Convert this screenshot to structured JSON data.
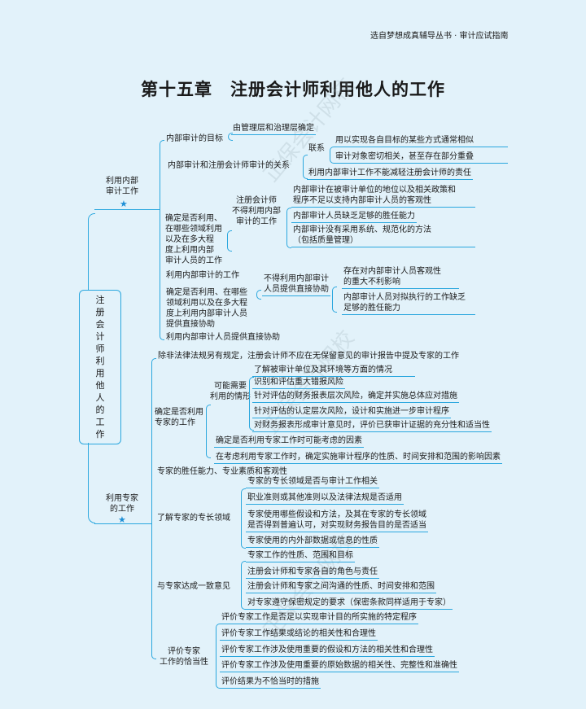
{
  "header": {
    "series": "选自梦想成真辅导丛书 · 审计应试指南"
  },
  "title": "第十五章　注册会计师利用他人的工作",
  "watermark": "正保会计网校 www.chinaacc.com",
  "root": "注\n册\n会\n计\n师\n利\n用\n他\n人\n的\n工\n作",
  "branch1": {
    "label": "利用内部\n审计工作",
    "goal": {
      "label": "内部审计的目标",
      "child": "由管理层和治理层确定"
    },
    "relation": {
      "label": "内部审计和注册会计师审计的关系",
      "link": "联系",
      "link_items": [
        "用以实现各自目标的某些方式通常相似",
        "审计对象密切相关，甚至存在部分重叠"
      ],
      "other": "利用内部审计工作不能减轻注册会计师的责任"
    },
    "determine_work": {
      "label": "确定是否利用、\n在哪些领域利用\n以及在多大程\n度上利用内部\n审计人员的工作",
      "sub": "注册会计师\n不得利用内部\n审计的工作",
      "items": [
        "内部审计在被审计单位的地位以及相关政策和\n程序不足以支持内部审计人员的客观性",
        "内部审计人员缺乏足够的胜任能力",
        "内部审计没有采用系统、规范化的方法\n（包括质量管理）"
      ]
    },
    "use_work": "利用内部审计的工作",
    "determine_assist": {
      "label": "确定是否利用、在哪些\n领域利用以及在多大程\n度上利用内部审计人员\n提供直接协助",
      "sub": "不得利用内部审计\n人员提供直接协助",
      "items": [
        "存在对内部审计人员客观性\n的重大不利影响",
        "内部审计人员对拟执行的工作缺乏\n足够的胜任能力"
      ]
    },
    "use_assist": "利用内部审计人员提供直接协助"
  },
  "branch2": {
    "label": "利用专家\n的工作",
    "rule": "除非法律法规另有规定，注册会计师不应在无保留意见的审计报告中提及专家的工作",
    "determine": {
      "label": "确定是否利用\n专家的工作",
      "situations": "可能需要\n利用的情形",
      "situation_items": [
        "了解被审计单位及其环境等方面的情况",
        "识别和评估重大错报风险",
        "针对评估的财务报表层次风险，确定并实施总体应对措施",
        "针对评估的认定层次风险，设计和实施进一步审计程序",
        "对财务报表形成审计意见时，评价已获审计证据的充分性和适当性"
      ],
      "factors": "确定是否利用专家工作时可能考虑的因素",
      "influence": "在考虑利用专家工作时，确定实施审计程序的性质、时间安排和范围的影响因素"
    },
    "competence": "专家的胜任能力、专业素质和客观性",
    "field": {
      "label": "了解专家的专长领域",
      "items": [
        "专家的专长领域是否与审计工作相关",
        "职业准则或其他准则以及法律法规是否适用",
        "专家使用哪些假设和方法，及其在专家的专长领域\n是否得到普遍认可，对实现财务报告目的是否适当",
        "专家使用的内外部数据或信息的性质"
      ]
    },
    "agree": {
      "label": "与专家达成一致意见",
      "items": [
        "专家工作的性质、范围和目标",
        "注册会计师和专家各自的角色与责任",
        "注册会计师和专家之间沟通的性质、时间安排和范围",
        "对专家遵守保密规定的要求（保密条款同样适用于专家）"
      ]
    },
    "evaluate": {
      "label": "评价专家\n工作的恰当性",
      "items": [
        "评价专家工作是否足以实现审计目的所实施的特定程序",
        "评价专家工作结果或结论的相关性和合理性",
        "评价专家工作涉及使用重要的假设和方法的相关性和合理性",
        "评价专家工作涉及使用重要的原始数据的相关性、完整性和准确性",
        "评价结果为不恰当时的措施"
      ]
    }
  }
}
